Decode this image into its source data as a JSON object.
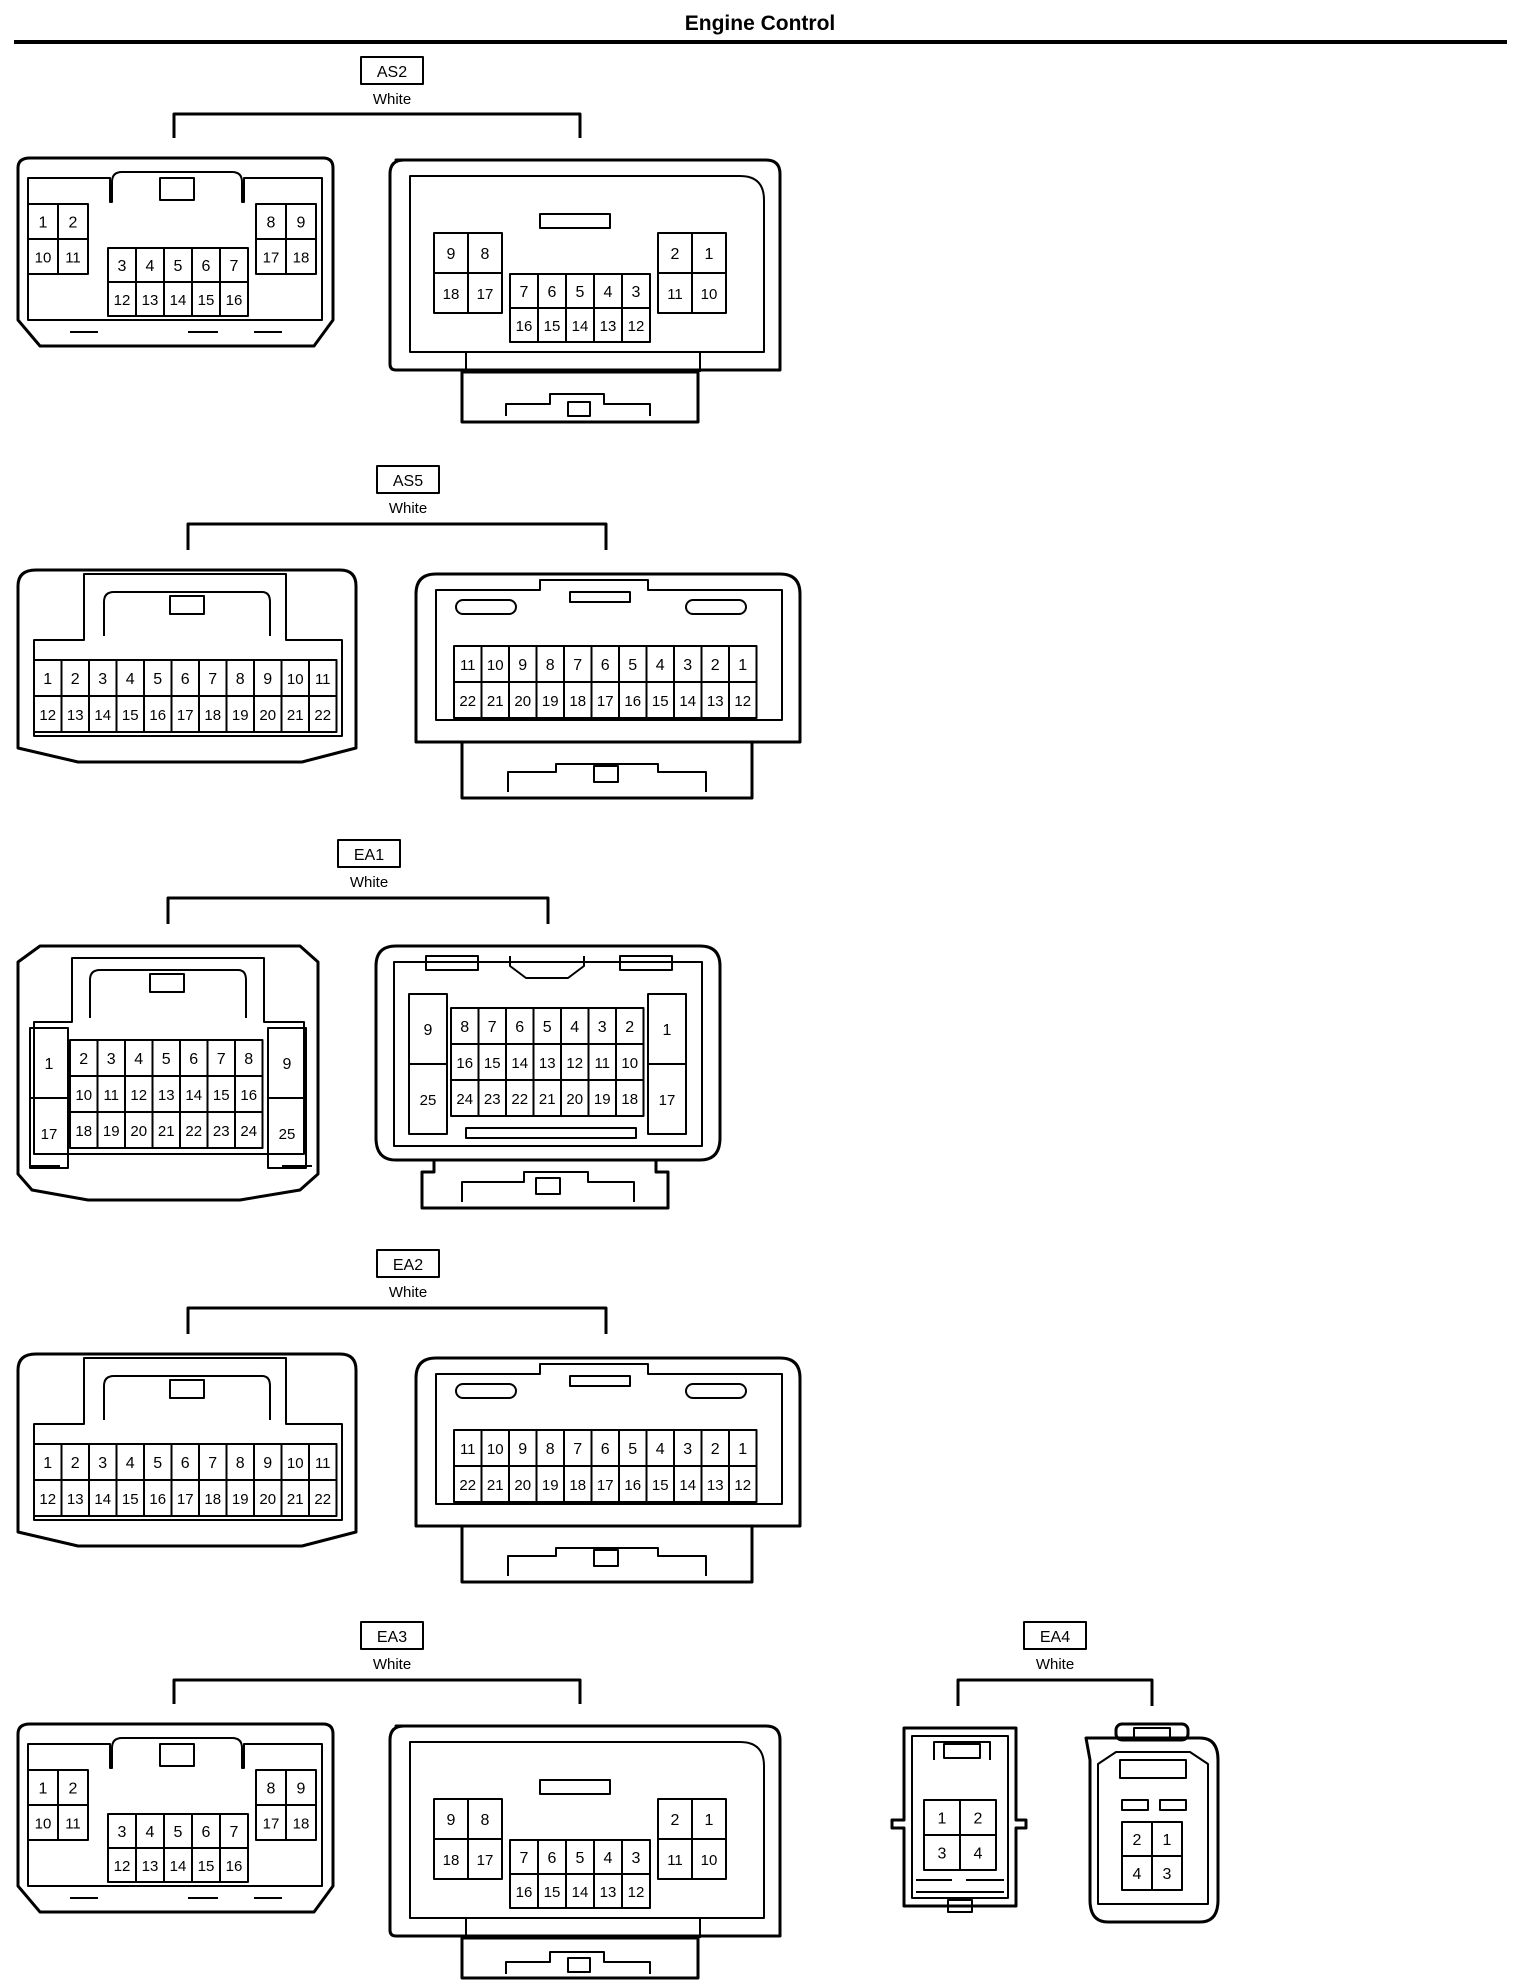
{
  "title": "Engine Control",
  "groups": [
    {
      "id": "AS2",
      "label": "AS2",
      "color": "White",
      "female": {
        "top": [
          "1",
          "2",
          "8",
          "9"
        ],
        "left": [
          [
            "1",
            "2"
          ],
          [
            "10",
            "11"
          ]
        ],
        "center": [
          [
            "3",
            "4",
            "5",
            "6",
            "7"
          ],
          [
            "12",
            "13",
            "14",
            "15",
            "16"
          ]
        ],
        "right": [
          [
            "8",
            "9"
          ],
          [
            "17",
            "18"
          ]
        ]
      },
      "male": {
        "left": [
          [
            "9",
            "8"
          ],
          [
            "18",
            "17"
          ]
        ],
        "center": [
          [
            "7",
            "6",
            "5",
            "4",
            "3"
          ],
          [
            "16",
            "15",
            "14",
            "13",
            "12"
          ]
        ],
        "right": [
          [
            "2",
            "1"
          ],
          [
            "11",
            "10"
          ]
        ]
      }
    },
    {
      "id": "AS5",
      "label": "AS5",
      "color": "White",
      "female": {
        "rows": [
          [
            "1",
            "2",
            "3",
            "4",
            "5",
            "6",
            "7",
            "8",
            "9",
            "10",
            "11"
          ],
          [
            "12",
            "13",
            "14",
            "15",
            "16",
            "17",
            "18",
            "19",
            "20",
            "21",
            "22"
          ]
        ]
      },
      "male": {
        "rows": [
          [
            "11",
            "10",
            "9",
            "8",
            "7",
            "6",
            "5",
            "4",
            "3",
            "2",
            "1"
          ],
          [
            "22",
            "21",
            "20",
            "19",
            "18",
            "17",
            "16",
            "15",
            "14",
            "13",
            "12"
          ]
        ]
      }
    },
    {
      "id": "EA1",
      "label": "EA1",
      "color": "White",
      "female": {
        "left": [
          "1",
          "17"
        ],
        "center": [
          [
            "2",
            "3",
            "4",
            "5",
            "6",
            "7",
            "8"
          ],
          [
            "10",
            "11",
            "12",
            "13",
            "14",
            "15",
            "16"
          ],
          [
            "18",
            "19",
            "20",
            "21",
            "22",
            "23",
            "24"
          ]
        ],
        "right": [
          "9",
          "25"
        ]
      },
      "male": {
        "left": [
          "9",
          "25"
        ],
        "center": [
          [
            "8",
            "7",
            "6",
            "5",
            "4",
            "3",
            "2"
          ],
          [
            "16",
            "15",
            "14",
            "13",
            "12",
            "11",
            "10"
          ],
          [
            "24",
            "23",
            "22",
            "21",
            "20",
            "19",
            "18"
          ]
        ],
        "right": [
          "1",
          "17"
        ]
      }
    },
    {
      "id": "EA2",
      "label": "EA2",
      "color": "White",
      "female": {
        "rows": [
          [
            "1",
            "2",
            "3",
            "4",
            "5",
            "6",
            "7",
            "8",
            "9",
            "10",
            "11"
          ],
          [
            "12",
            "13",
            "14",
            "15",
            "16",
            "17",
            "18",
            "19",
            "20",
            "21",
            "22"
          ]
        ]
      },
      "male": {
        "rows": [
          [
            "11",
            "10",
            "9",
            "8",
            "7",
            "6",
            "5",
            "4",
            "3",
            "2",
            "1"
          ],
          [
            "22",
            "21",
            "20",
            "19",
            "18",
            "17",
            "16",
            "15",
            "14",
            "13",
            "12"
          ]
        ]
      }
    },
    {
      "id": "EA3",
      "label": "EA3",
      "color": "White",
      "female": {
        "left": [
          [
            "1",
            "2"
          ],
          [
            "10",
            "11"
          ]
        ],
        "center": [
          [
            "3",
            "4",
            "5",
            "6",
            "7"
          ],
          [
            "12",
            "13",
            "14",
            "15",
            "16"
          ]
        ],
        "right": [
          [
            "8",
            "9"
          ],
          [
            "17",
            "18"
          ]
        ]
      },
      "male": {
        "left": [
          [
            "9",
            "8"
          ],
          [
            "18",
            "17"
          ]
        ],
        "center": [
          [
            "7",
            "6",
            "5",
            "4",
            "3"
          ],
          [
            "16",
            "15",
            "14",
            "13",
            "12"
          ]
        ],
        "right": [
          [
            "2",
            "1"
          ],
          [
            "11",
            "10"
          ]
        ]
      }
    },
    {
      "id": "EA4",
      "label": "EA4",
      "color": "White",
      "female": {
        "rows": [
          [
            "1",
            "2"
          ],
          [
            "3",
            "4"
          ]
        ]
      },
      "male": {
        "rows": [
          [
            "2",
            "1"
          ],
          [
            "4",
            "3"
          ]
        ]
      }
    }
  ]
}
